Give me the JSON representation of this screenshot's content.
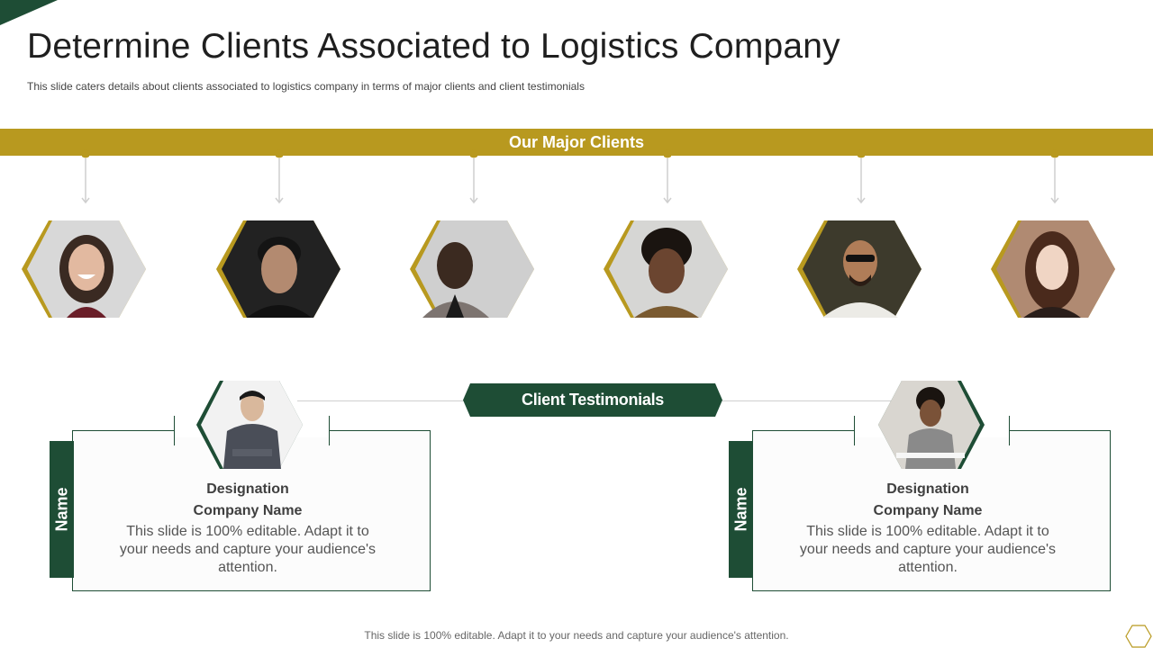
{
  "title": "Determine Clients Associated to Logistics Company",
  "subtitle": "This slide caters details about clients associated to logistics company in terms of major clients and client testimonials",
  "major_clients": {
    "heading": "Our Major Clients",
    "clients": [
      {
        "photo": "client-photo-1"
      },
      {
        "photo": "client-photo-2"
      },
      {
        "photo": "client-photo-3"
      },
      {
        "photo": "client-photo-4"
      },
      {
        "photo": "client-photo-5"
      },
      {
        "photo": "client-photo-6"
      }
    ]
  },
  "testimonials": {
    "heading": "Client Testimonials",
    "cards": [
      {
        "name_label": "Name",
        "designation": "Designation",
        "company": "Company Name",
        "description": "This slide is 100% editable. Adapt it to your needs and capture your audience's attention."
      },
      {
        "name_label": "Name",
        "designation": "Designation",
        "company": "Company Name",
        "description": "This slide is 100% editable. Adapt it to your needs and capture your audience's attention."
      }
    ]
  },
  "footer": "This slide is 100% editable. Adapt it to your needs and capture your audience's attention.",
  "colors": {
    "gold": "#b8991f",
    "dark_green": "#1e4d35"
  }
}
